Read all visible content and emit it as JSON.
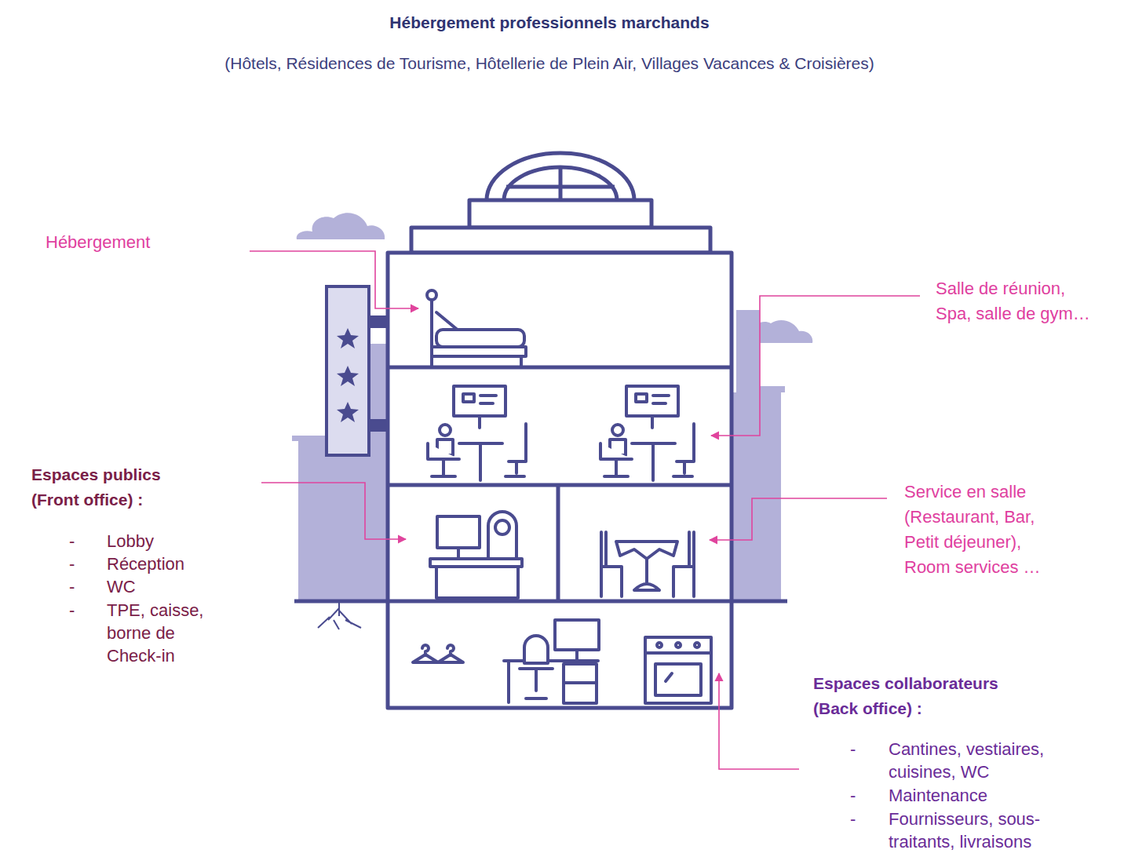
{
  "diagram": {
    "title": "Hébergement professionnels marchands",
    "labels": [
      "(Hôtels, Résidences de Tourisme, Hôtellerie de Plein Air, Villages Vacances & Croisières)",
      "Hébergement",
      "Salle de réunion, Spa, salle de gym…",
      "Espaces publics (Front office) :",
      "-",
      "Lobby",
      "-",
      "Réception",
      "-",
      "WC",
      "-",
      "TPE, caisse, borne de Check-in",
      "Service en salle (Restaurant, Bar, Petit déjeuner), Room services …",
      "Espaces collaborateurs (Back office) :",
      "-",
      "Cantines, vestiaires, cuisines, WC",
      "-",
      "Maintenance",
      "-",
      "Fournisseurs, sous-traitants, livraisons"
    ]
  }
}
